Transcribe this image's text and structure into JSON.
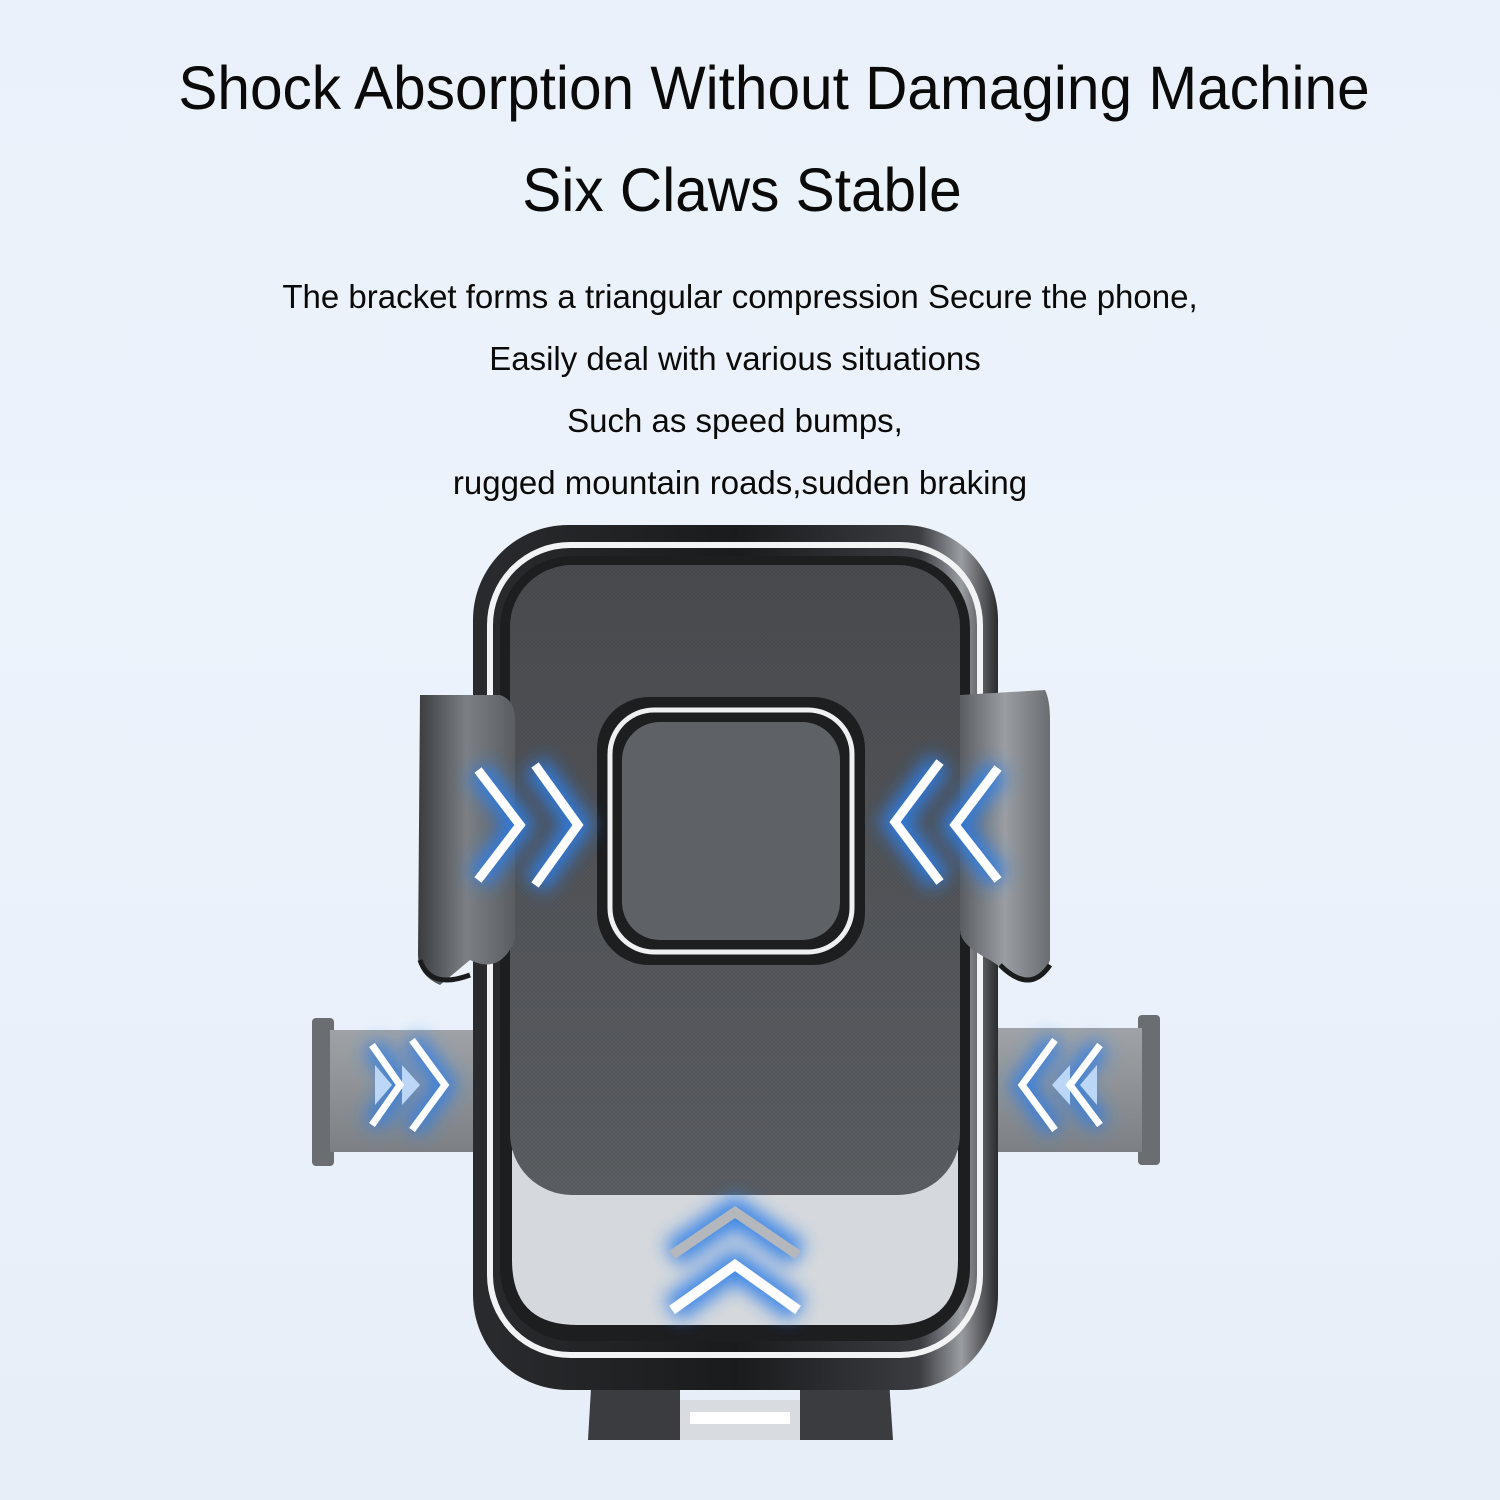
{
  "headline": {
    "line1": "Shock Absorption Without Damaging Machine",
    "line2": "Six Claws Stable"
  },
  "description": {
    "lines": [
      "The bracket forms a triangular compression Secure the phone,",
      "Easily deal with various situations",
      "Such as speed bumps,",
      "rugged mountain roads,sudden braking"
    ]
  },
  "product": {
    "name": "phone-holder-bracket",
    "claw_count": 6,
    "arrows": [
      "upper-left-right",
      "upper-right-left",
      "lower-left-right",
      "lower-right-left",
      "bottom-up"
    ],
    "colors": {
      "background": "#eaf1fa",
      "body": "#55585c",
      "frame": "#1b1c1e",
      "chrome": "#e8eaee",
      "glow": "#2f7fe8"
    }
  }
}
